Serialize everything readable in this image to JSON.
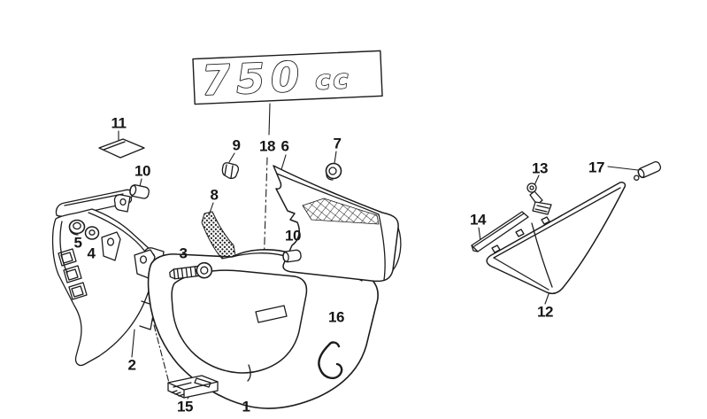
{
  "diagram": {
    "badge": {
      "main": "750",
      "sub": "cc"
    },
    "callouts": [
      {
        "part": "11",
        "label": "11"
      },
      {
        "part": "10",
        "label": "10"
      },
      {
        "part": "9",
        "label": "9"
      },
      {
        "part": "18",
        "label": "18"
      },
      {
        "part": "6",
        "label": "6"
      },
      {
        "part": "7",
        "label": "7"
      },
      {
        "part": "8",
        "label": "8"
      },
      {
        "part": "5",
        "label": "5"
      },
      {
        "part": "4",
        "label": "4"
      },
      {
        "part": "3",
        "label": "3"
      },
      {
        "part": "10",
        "label": "10"
      },
      {
        "part": "13",
        "label": "13"
      },
      {
        "part": "17",
        "label": "17"
      },
      {
        "part": "14",
        "label": "14"
      },
      {
        "part": "16",
        "label": "16"
      },
      {
        "part": "12",
        "label": "12"
      },
      {
        "part": "2",
        "label": "2"
      },
      {
        "part": "15",
        "label": "15"
      },
      {
        "part": "1",
        "label": "1"
      }
    ],
    "colors": {
      "line": "#1c1c1c",
      "background": "#ffffff"
    }
  }
}
